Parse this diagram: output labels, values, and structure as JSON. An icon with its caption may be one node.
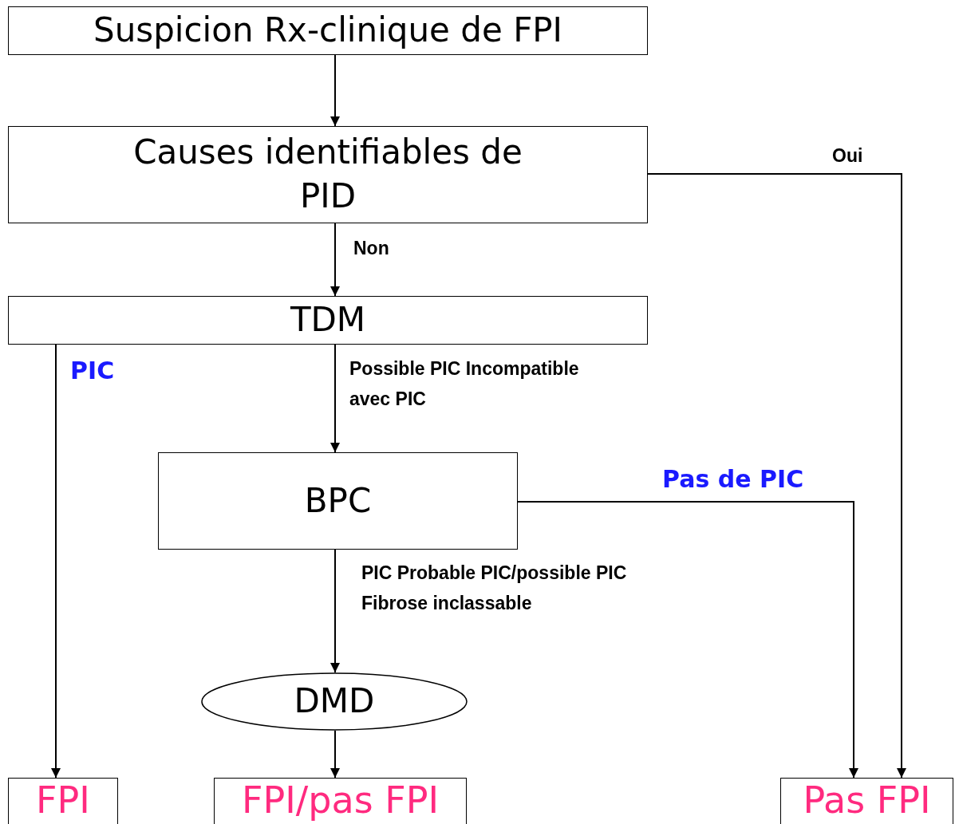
{
  "diagram": {
    "nodes": [
      {
        "text": [
          "Suspicion Rx-clinique de FPI"
        ]
      },
      {
        "text": [
          "Causes identifiables de PID"
        ]
      },
      {
        "text": [
          "TDM"
        ]
      },
      {
        "text": [
          "BPC"
        ]
      },
      {
        "text": [
          "DMD"
        ]
      },
      {
        "text": [
          "FPI"
        ]
      },
      {
        "text": [
          "FPI/pas FPI"
        ]
      },
      {
        "text": [
          "Pas FPI"
        ]
      }
    ],
    "edges": [
      {
        "from": 0,
        "to": 1,
        "arrow": "to"
      },
      {
        "from": 1,
        "to": 7,
        "arrow": "to",
        "label": "Oui"
      },
      {
        "from": 1,
        "to": 2,
        "arrow": "to",
        "label": "Non"
      },
      {
        "from": 2,
        "to": 5,
        "arrow": "to",
        "label": "PIC"
      },
      {
        "from": 2,
        "to": 3,
        "arrow": "to",
        "label": "Possible PIC Incompatible avec PIC"
      },
      {
        "from": 3,
        "to": 7,
        "arrow": "to",
        "label": "Pas de PIC"
      },
      {
        "from": 3,
        "to": 4,
        "arrow": "to",
        "label": "PIC Probable PIC/possible PIC Fibrose inclassable"
      },
      {
        "from": 4,
        "to": 6,
        "arrow": "to"
      }
    ]
  }
}
